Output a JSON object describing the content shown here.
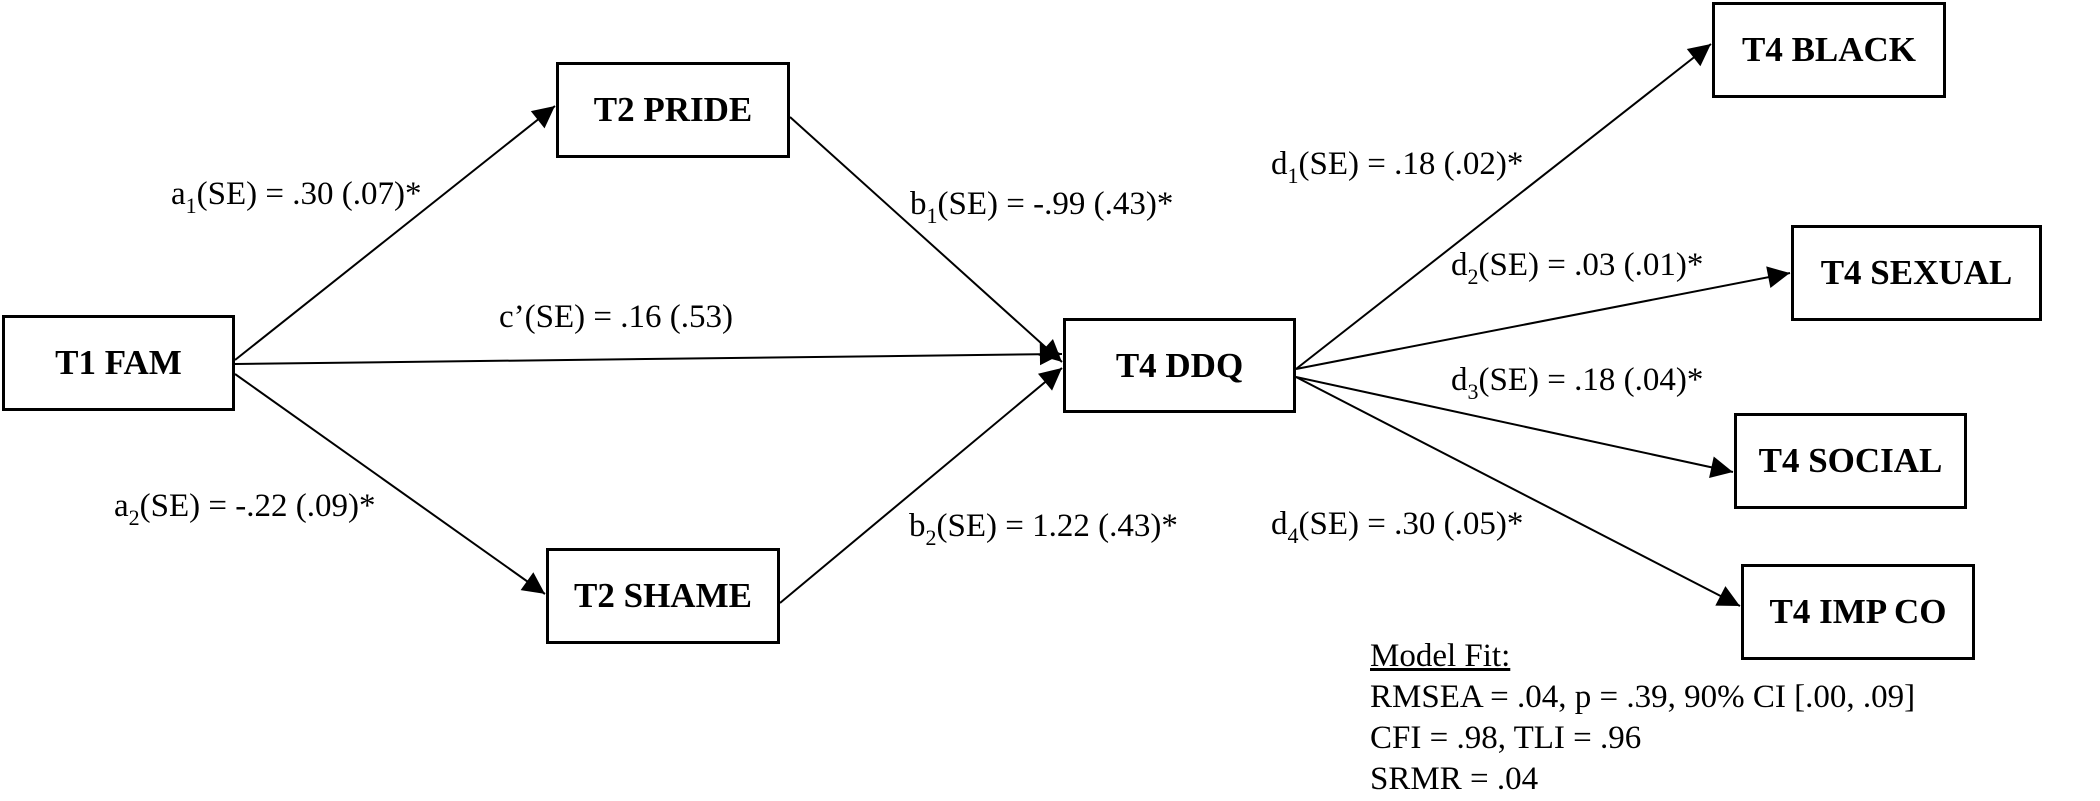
{
  "nodes": {
    "t1_fam": "T1 FAM",
    "t2_pride": "T2 PRIDE",
    "t2_shame": "T2 SHAME",
    "t4_ddq": "T4 DDQ",
    "t4_black": "T4 BLACK",
    "t4_sexual": "T4 SEXUAL",
    "t4_social": "T4 SOCIAL",
    "t4_impco": "T4 IMP CO"
  },
  "paths": {
    "a1": {
      "sym": "a",
      "sub": "1",
      "rest": "(SE) = .30 (.07)*"
    },
    "a2": {
      "sym": "a",
      "sub": "2",
      "rest": "(SE) = -.22 (.09)*"
    },
    "b1": {
      "sym": "b",
      "sub": "1",
      "rest": "(SE) =  -.99 (.43)*"
    },
    "b2": {
      "sym": "b",
      "sub": "2",
      "rest": "(SE) = 1.22 (.43)*"
    },
    "c": {
      "text": "c’(SE) = .16 (.53)"
    },
    "d1": {
      "sym": "d",
      "sub": "1",
      "rest": "(SE) =  .18 (.02)*"
    },
    "d2": {
      "sym": "d",
      "sub": "2",
      "rest": "(SE) =  .03 (.01)*"
    },
    "d3": {
      "sym": "d",
      "sub": "3",
      "rest": "(SE) =  .18 (.04)*"
    },
    "d4": {
      "sym": "d",
      "sub": "4",
      "rest": "(SE) =  .30 (.05)*"
    }
  },
  "model_fit": {
    "heading": "Model Fit:",
    "line1": "RMSEA = .04, p = .39, 90% CI [.00, .09]",
    "line2": "CFI = .98, TLI = .96",
    "line3": "SRMR = .04"
  }
}
